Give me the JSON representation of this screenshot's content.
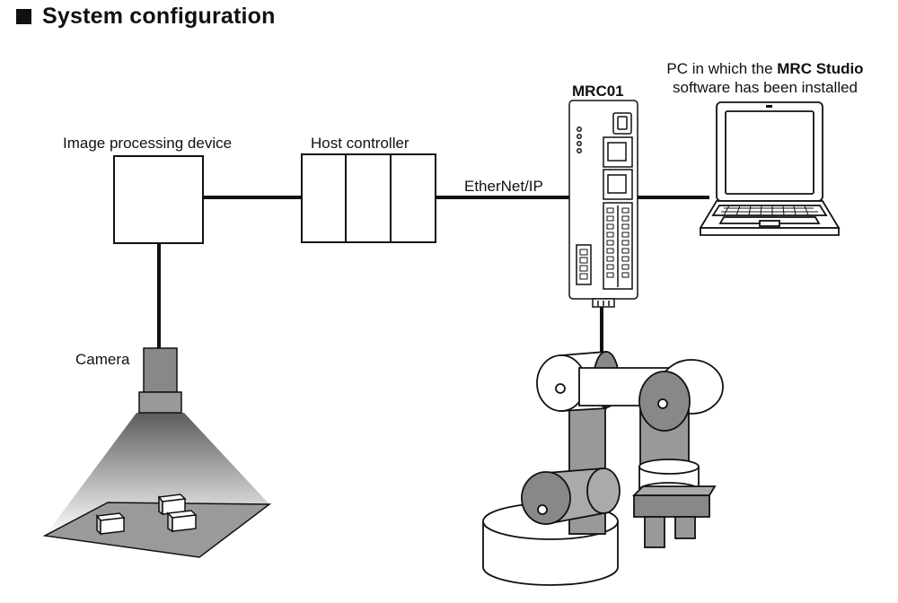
{
  "heading": {
    "text": "System configuration"
  },
  "labels": {
    "image_processing_device": "Image processing device",
    "host_controller": "Host controller",
    "ethernet_ip": "EtherNet/IP",
    "mrc01": "MRC01",
    "pc_line1_prefix": "PC in which the ",
    "pc_line1_bold": "MRC Studio",
    "pc_line2": "software has been installed",
    "camera": "Camera"
  }
}
